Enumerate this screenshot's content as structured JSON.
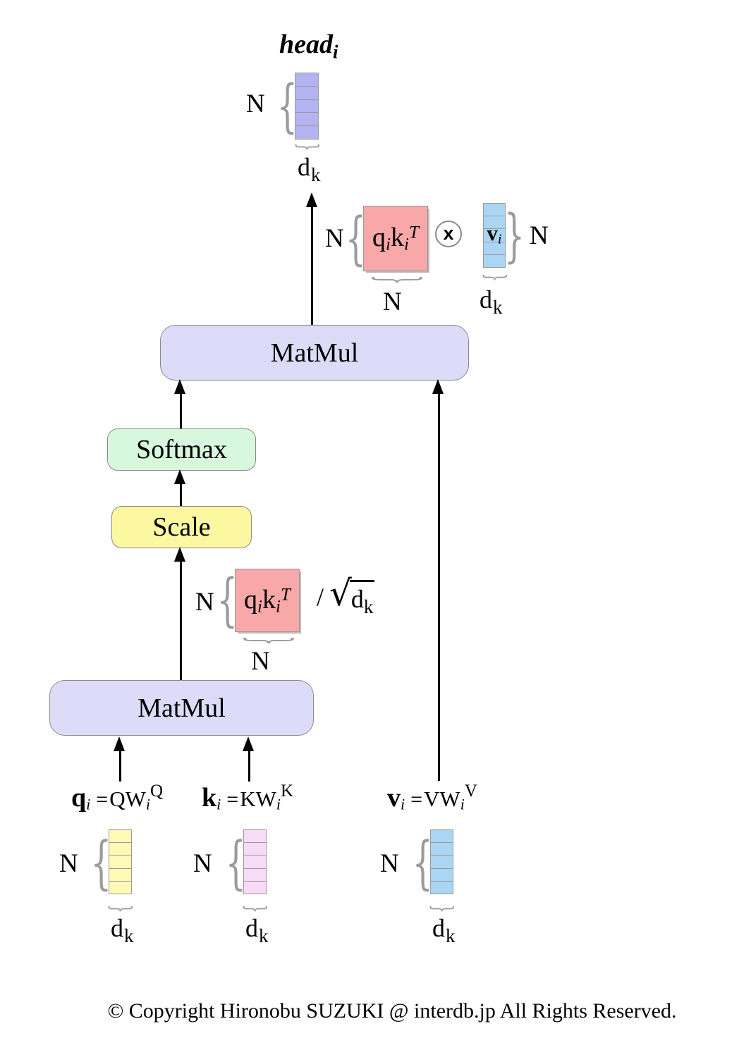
{
  "glyphs": {
    "brace_open": "{",
    "brace_close": "}",
    "otimes_x": "x",
    "radical": "√",
    "slash": "/"
  },
  "dims": {
    "n": "N",
    "d": "d",
    "k": "k"
  },
  "head_label": {
    "base": "head",
    "sub": "i"
  },
  "attention_matrix": {
    "q": "q",
    "q_sub": "i",
    "k": "k",
    "k_sub": "i",
    "sup": "T"
  },
  "v_vector": {
    "base": "v",
    "sub": "i"
  },
  "ops": {
    "matmul_top": "MatMul",
    "softmax": "Softmax",
    "scale": "Scale",
    "matmul_bottom": "MatMul"
  },
  "equations": {
    "q": {
      "lhs": "q",
      "lhs_sub": "i",
      "equals": "=",
      "mat": "Q",
      "w": "W",
      "w_sub": "i",
      "w_sup": "Q"
    },
    "k": {
      "lhs": "k",
      "lhs_sub": "i",
      "equals": "=",
      "mat": "K",
      "w": "W",
      "w_sub": "i",
      "w_sup": "K"
    },
    "v": {
      "lhs": "v",
      "lhs_sub": "i",
      "equals": "=",
      "mat": "V",
      "w": "W",
      "w_sub": "i",
      "w_sup": "V"
    }
  },
  "matrices": {
    "head": {
      "cells": 5,
      "color": "#b4b3f2"
    },
    "v_top": {
      "cells": 5,
      "color": "#aad5f3"
    },
    "q_bottom": {
      "cells": 5,
      "color": "#fdfab8"
    },
    "k_bottom": {
      "cells": 5,
      "color": "#f7dbf7"
    },
    "v_bottom": {
      "cells": 5,
      "color": "#aad5f3"
    }
  },
  "colors": {
    "matmul_fill": "#dcdcf8",
    "softmax_fill": "#d8f8de",
    "scale_fill": "#fcf8a2",
    "attention_fill": "#f8a8a8",
    "brace": "#9b9b9b",
    "arrow": "#000000"
  },
  "footer": {
    "copyright": "© Copyright Hironobu SUZUKI @ interdb.jp All Rights Reserved."
  }
}
